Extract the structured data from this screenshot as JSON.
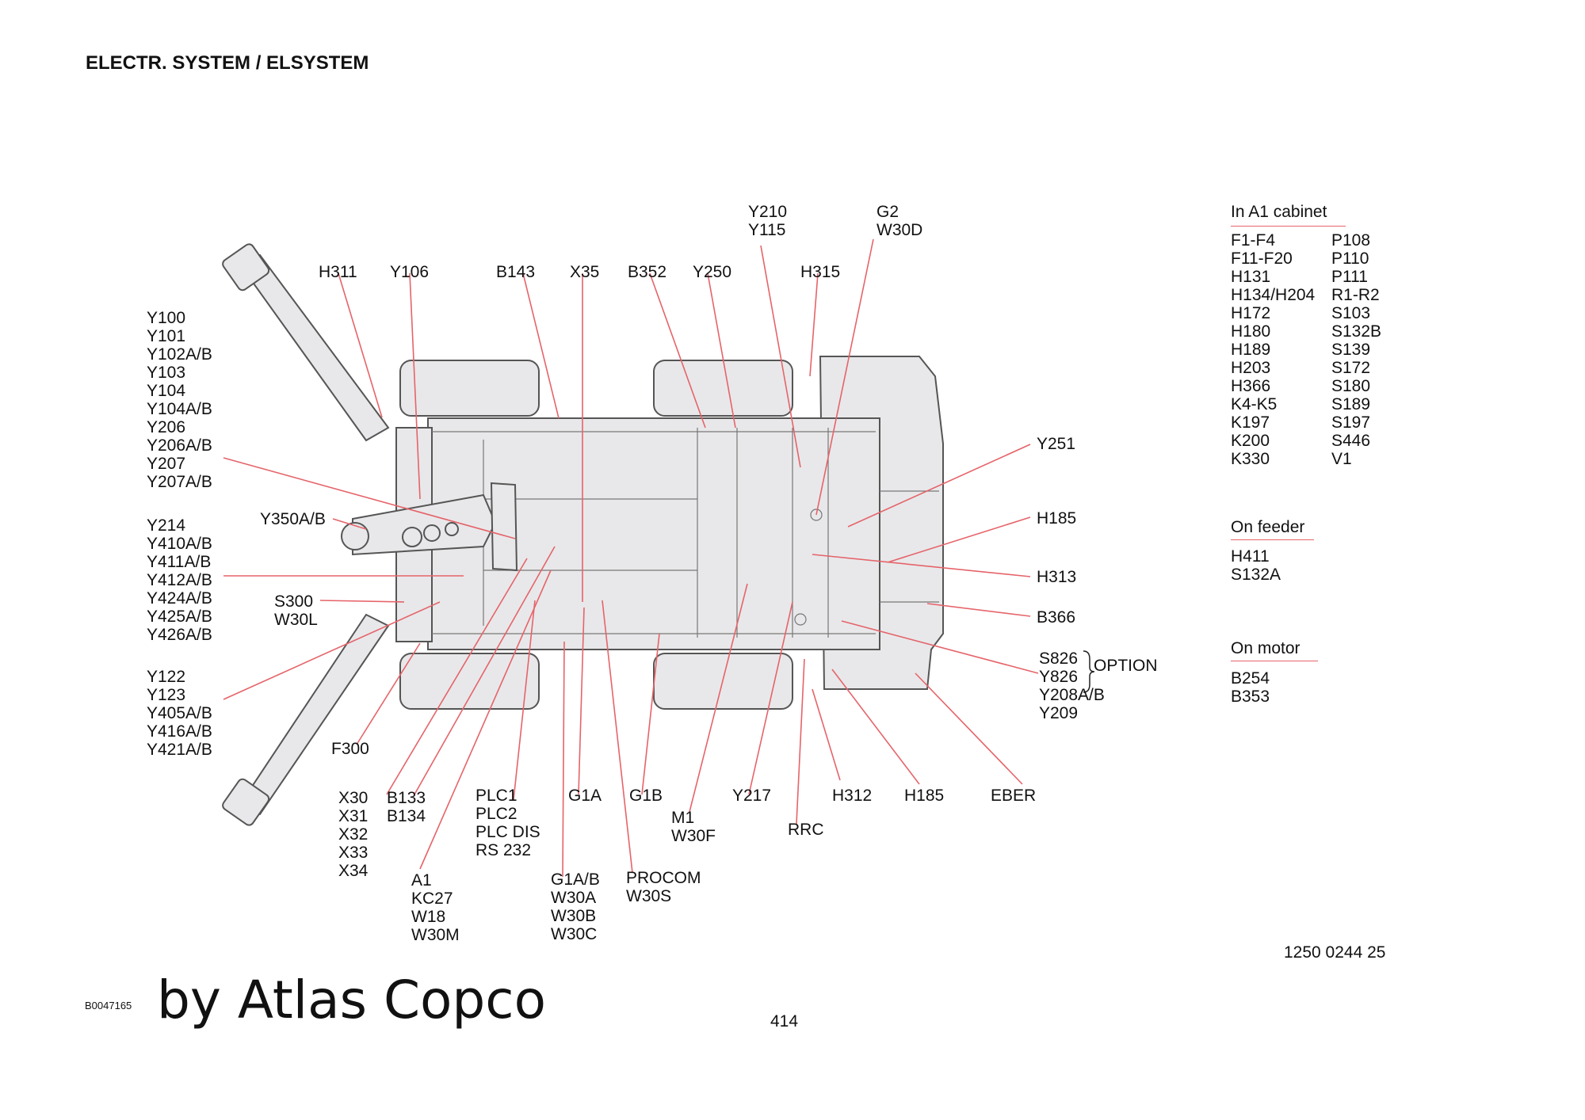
{
  "page_title": "ELECTR. SYSTEM / ELSYSTEM",
  "labels": {
    "y100_group": "Y100\nY101\nY102A/B\nY103\nY104\nY104A/B\nY206\nY206A/B\nY207\nY207A/B",
    "y214_group": "Y214\nY410A/B\nY411A/B\nY412A/B\nY424A/B\nY425A/B\nY426A/B",
    "y122_group": "Y122\nY123\nY405A/B\nY416A/B\nY421A/B",
    "y350": "Y350A/B",
    "s300": "S300\nW30L",
    "h311": "H311",
    "y106": "Y106",
    "b143": "B143",
    "x35": "X35",
    "b352": "B352",
    "y250": "Y250",
    "h315": "H315",
    "y210": "Y210\nY115",
    "g2": "G2\nW30D",
    "y251": "Y251",
    "h185_right": "H185",
    "h313": "H313",
    "b366": "B366",
    "s826": "S826\nY826",
    "option": "OPTION",
    "y208": "Y208A/B\nY209",
    "f300": "F300",
    "x30": "X30\nX31\nX32\nX33\nX34",
    "b133": "B133\nB134",
    "a1": "A1\nKC27\nW18\nW30M",
    "plc": "PLC1\nPLC2\nPLC DIS\nRS 232",
    "g1a": "G1A",
    "g1ab": "G1A/B\nW30A\nW30B\nW30C",
    "g1b": "G1B",
    "procom": "PROCOM\nW30S",
    "m1": "M1\nW30F",
    "y217": "Y217",
    "rrc": "RRC",
    "h312": "H312",
    "h185_bottom": "H185",
    "eber": "EBER"
  },
  "side_panel": {
    "cabinet_title": "In A1 cabinet",
    "cabinet_col1": "F1-F4\nF11-F20\nH131\nH134/H204\nH172\nH180\nH189\nH203\nH366\nK4-K5\nK197\nK200\nK330",
    "cabinet_col2": "P108\nP110\nP111\nR1-R2\nS103\nS132B\nS139\nS172\nS180\nS189\nS197\nS446\nV1",
    "feeder_title": "On feeder",
    "feeder_list": "H411\nS132A",
    "motor_title": "On motor",
    "motor_list": "B254\nB353"
  },
  "doc_number": "1250 0244 25",
  "page_number": "414",
  "figure_id": "B0047165",
  "brand": "by Atlas Copco",
  "colors": {
    "leader": "#e5646a",
    "body_fill": "#e8e8ea",
    "outline": "#555555"
  }
}
